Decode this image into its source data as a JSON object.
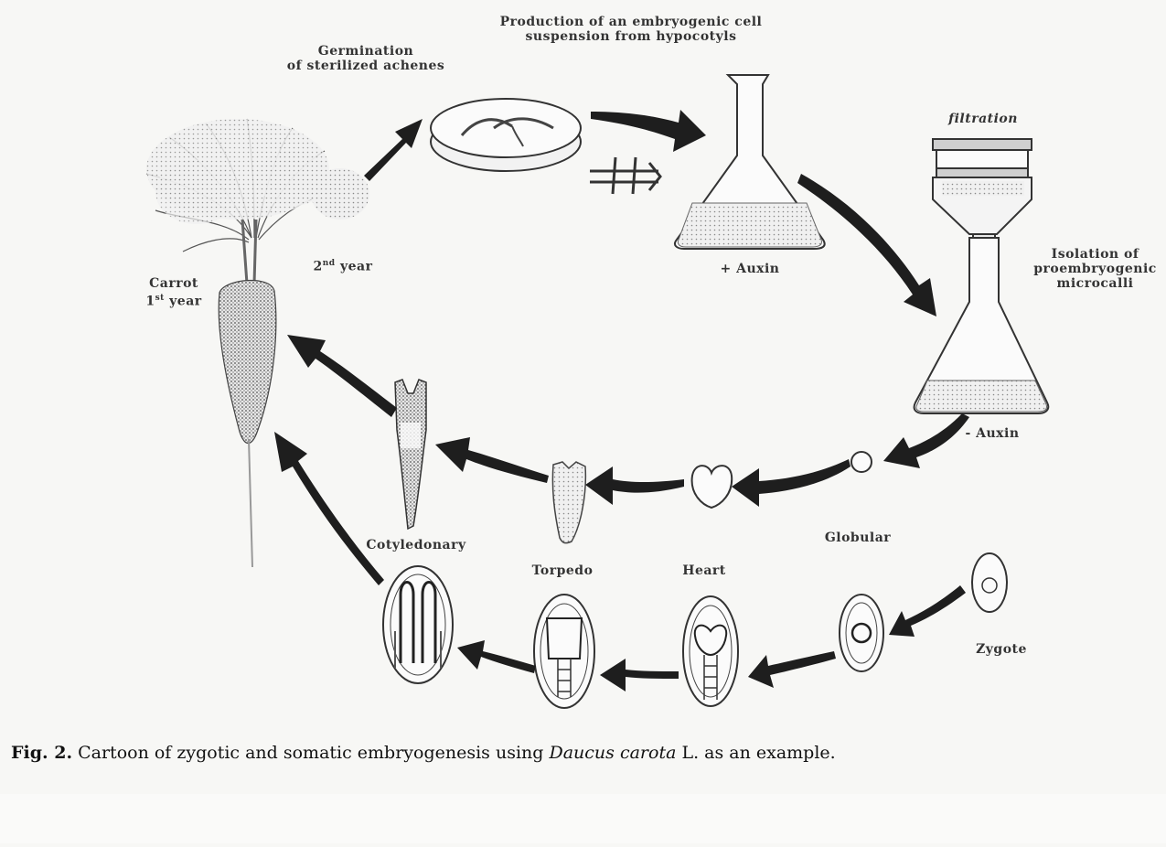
{
  "labels": {
    "germination": [
      "Germination",
      "of sterilized achenes"
    ],
    "production": [
      "Production of an embryogenic cell",
      "suspension from hypocotyls"
    ],
    "filtration": "filtration",
    "isolation": [
      "Isolation of",
      "proembryogenic",
      "microcalli"
    ],
    "plus_auxin": "+ Auxin",
    "minus_auxin": "- Auxin",
    "carrot": "Carrot",
    "first_year_num": "1",
    "first_year_sup": "st",
    "first_year_word": " year",
    "second_year_num": "2",
    "second_year_sup": "nd",
    "second_year_word": " year",
    "globular": "Globular",
    "heart": "Heart",
    "torpedo": "Torpedo",
    "cotyledonary": "Cotyledonary",
    "zygote": "Zygote"
  },
  "caption": {
    "fig_no": "Fig. 2.",
    "text_before": "Cartoon of zygotic and somatic embryogenesis using ",
    "species": "Daucus carota",
    "text_after": " L. as an example."
  },
  "colors": {
    "ink": "#2a2a2a",
    "arrow": "#1e1e1e",
    "paper": "#f7f7f5"
  }
}
